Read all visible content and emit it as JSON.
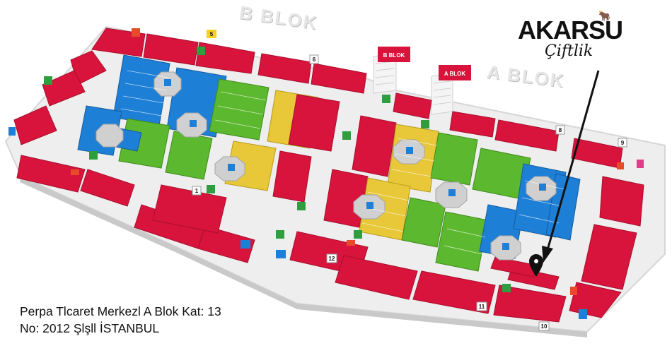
{
  "map": {
    "block_b_label": "B BLOK",
    "block_a_label": "A BLOK",
    "stair_b_label": "B BLOK",
    "stair_a_label": "A BLOK",
    "door_numbers": [
      "1",
      "5",
      "6",
      "8",
      "9",
      "10",
      "11",
      "12"
    ],
    "colors": {
      "red_units": "#d8143c",
      "blue_units": "#1e7fd6",
      "green_units": "#5cb82e",
      "yellow_units": "#e8c838",
      "floor": "#eeeeee",
      "walkway": "#ffffff",
      "pointer_arrow": "#111111"
    },
    "marked_unit": "2012"
  },
  "logo": {
    "word": "AKARSU",
    "sub": "Çiftlik"
  },
  "caption": {
    "line1": "Perpa Tlcaret Merkezl A Blok Kat: 13",
    "line2": "No: 2012 Şlşll İSTANBUL"
  }
}
